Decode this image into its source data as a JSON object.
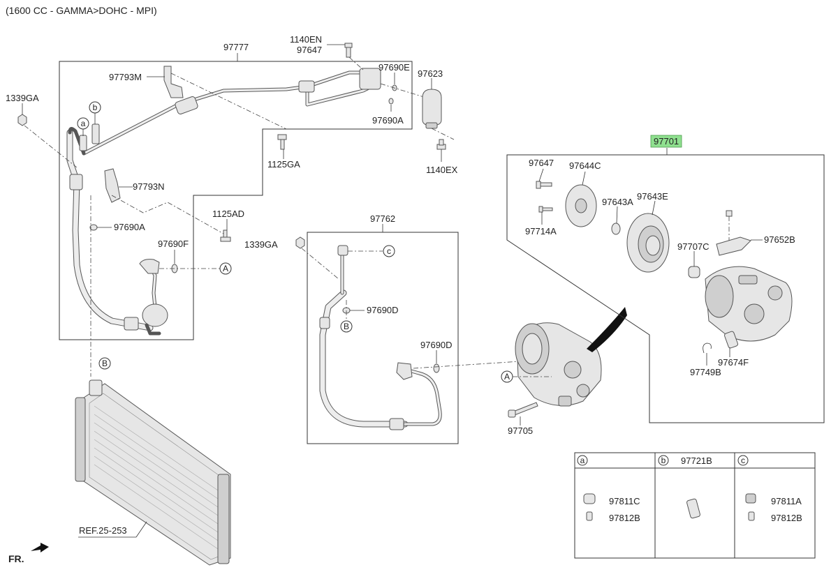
{
  "header": {
    "title": "(1600 CC - GAMMA>DOHC - MPI)"
  },
  "labels": {
    "p97777": "97777",
    "p1140EN": "1140EN",
    "p97647_top": "97647",
    "p97690E": "97690E",
    "p97623": "97623",
    "p97793M": "97793M",
    "p97690A_top": "97690A",
    "p1339GA_left": "1339GA",
    "p1125GA": "1125GA",
    "p1140EX": "1140EX",
    "p97793N": "97793N",
    "p1125AD": "1125AD",
    "p97690A_mid": "97690A",
    "p97690F": "97690F",
    "p97762": "97762",
    "p1339GA_mid": "1339GA",
    "p97690D_a": "97690D",
    "p97690D_b": "97690D",
    "p97705": "97705",
    "p97701": "97701",
    "p97647_r": "97647",
    "p97644C": "97644C",
    "p97643A": "97643A",
    "p97643E": "97643E",
    "p97714A": "97714A",
    "p97707C": "97707C",
    "p97652B": "97652B",
    "p97674F": "97674F",
    "p97749B": "97749B",
    "ref": "REF.25-253",
    "fr": "FR."
  },
  "markers": {
    "a": "a",
    "b": "b",
    "c": "c",
    "A": "A",
    "B": "B"
  },
  "legend_table": {
    "columns": [
      {
        "marker": "a",
        "header": "",
        "items": [
          "97811C",
          "97812B"
        ]
      },
      {
        "marker": "b",
        "header": "97721B",
        "items": []
      },
      {
        "marker": "c",
        "header": "",
        "items": [
          "97811A",
          "97812B"
        ]
      }
    ]
  },
  "colors": {
    "highlight": "#8fe08f",
    "line": "#333333"
  }
}
